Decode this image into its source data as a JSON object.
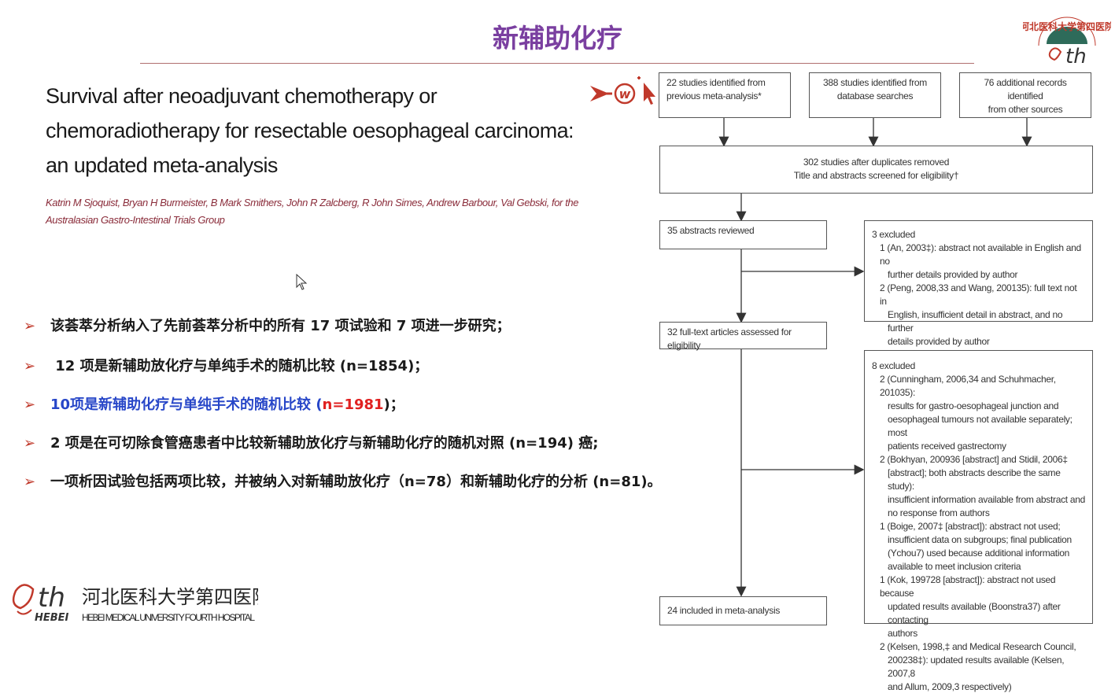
{
  "slide": {
    "title": "新辅助化疗"
  },
  "paper": {
    "title": "Survival after neoadjuvant chemotherapy or chemoradiotherapy for resectable oesophageal carcinoma: an updated meta-analysis",
    "authors": "Katrin M Sjoquist, Bryan H Burmeister, B Mark Smithers, John R Zalcberg, R John Simes, Andrew Barbour, Val Gebski, for the Australasian Gastro-Intestinal Trials Group"
  },
  "bullets": [
    {
      "text": "该荟萃分析纳入了先前荟萃分析中的所有 17 项试验和 7 项进一步研究；"
    },
    {
      "text": " 12 项是新辅助放化疗与单纯手术的随机比较 (n=1854)；"
    },
    {
      "text_a": "10项是新辅助化疗与单纯手术的随机比较 (",
      "text_b": "n=1981",
      "text_c": ")；"
    },
    {
      "text": "2 项是在可切除食管癌患者中比较新辅助放化疗与新辅助化疗的随机对照 (n=194) 癌;"
    },
    {
      "text": "一项析因试验包括两项比较，并被纳入对新辅助放化疗（n=78）和新辅助化疗的分析 (n=81)。"
    }
  ],
  "flow": {
    "box1": {
      "line1": "22 studies identified from",
      "line2": "previous meta-analysis*"
    },
    "box2": {
      "line1": "388 studies identified from",
      "line2": "database searches"
    },
    "box3": {
      "line1": "76 additional records identified",
      "line2": "from other sources"
    },
    "box4": {
      "line1": "302 studies after duplicates removed",
      "line2": "Title and abstracts screened for eligibility†"
    },
    "box5": {
      "line1": "35 abstracts reviewed"
    },
    "box6": {
      "head": "3 excluded",
      "l1": "1 (An, 2003‡): abstract not available in English and no",
      "l2": "further details provided by author",
      "l3": "2 (Peng, 2008,33 and Wang, 200135): full text not in",
      "l4": "English, insufficient detail in abstract, and no further",
      "l5": "details provided by author"
    },
    "box7": {
      "line1": "32 full-text articles assessed for eligibility"
    },
    "box8": {
      "head": "8 excluded",
      "l1": "2 (Cunningham, 2006,34 and Schuhmacher, 201035):",
      "l2": "results for gastro-oesophageal junction and",
      "l3": "oesophageal tumours not available separately; most",
      "l4": "patients received gastrectomy",
      "l5": "2 (Bokhyan, 200936 [abstract] and Stidil, 2006‡",
      "l6": "[abstract]; both abstracts describe the same study):",
      "l7": "insufficient information available from abstract and",
      "l8": "no response from authors",
      "l9": "1 (Boige, 2007‡ [abstract]): abstract not used;",
      "l10": "insufficient data on subgroups; final publication",
      "l11": "(Ychou7) used because additional information",
      "l12": "available to meet inclusion criteria",
      "l13": "1 (Kok, 199728 [abstract]): abstract not used because",
      "l14": "updated results available (Boonstra37) after contacting",
      "l15": "authors",
      "l16": "2 (Kelsen, 1998,‡ and Medical Research Council,",
      "l17": "200238‡): updated results available (Kelsen, 2007,8",
      "l18": "and Allum, 2009,3 respectively)"
    },
    "box9": {
      "line1": "24 included in meta-analysis"
    }
  },
  "logo": {
    "top_text": "河北医科大学第四医院",
    "mark": "th",
    "bottom_cn": "河北医科大学第四医院",
    "bottom_hebei": "HEBEI",
    "bottom_en": "HEBEI MEDICAL UNIVERSITY FOURTH HOSPITAL"
  },
  "colors": {
    "title": "#7a3fa0",
    "accent_red": "#e02020",
    "blue_text": "#2746c8",
    "author_red": "#8a2c3a"
  }
}
